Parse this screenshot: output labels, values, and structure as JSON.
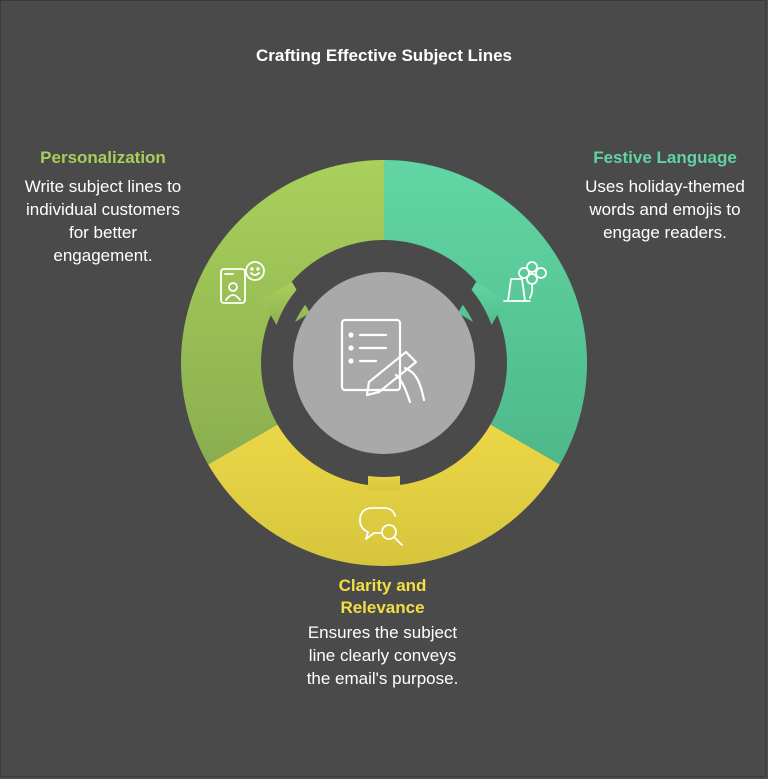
{
  "title": "Crafting Effective Subject Lines",
  "segments": [
    {
      "id": "personalization",
      "heading": "Personalization",
      "description": "Write subject lines to individual customers for better engagement.",
      "color": "#a7cf5a",
      "icon": "chat-person-icon"
    },
    {
      "id": "festive",
      "heading": "Festive Language",
      "description": "Uses holiday-themed words and emojis to engage readers.",
      "color": "#5fd3a2",
      "icon": "clover-hat-icon"
    },
    {
      "id": "clarity",
      "heading": "Clarity and Relevance",
      "description": "Ensures the subject line clearly conveys the email's purpose.",
      "color": "#e3d143",
      "icon": "speech-search-icon"
    }
  ],
  "center_icon": "document-pen-icon"
}
